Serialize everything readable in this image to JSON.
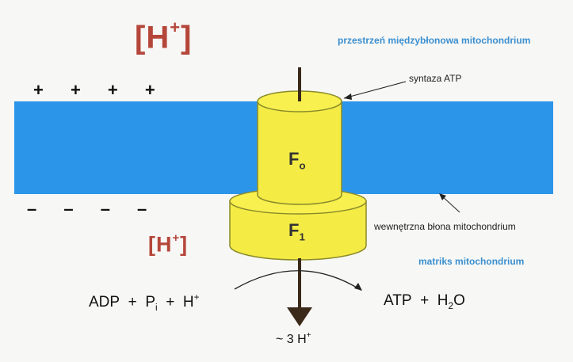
{
  "proton_high": {
    "text": "[H",
    "sup": "+",
    "close": "]"
  },
  "proton_low": {
    "text": "[H",
    "sup": "+",
    "close": "]"
  },
  "labels": {
    "intermembrane": "przestrzeń międzybłonowa mitochondrium",
    "synthase": "syntaza ATP",
    "inner_membrane": "wewnętrzna błona mitochondrium",
    "matrix": "matriks mitochondrium"
  },
  "charges": {
    "positive": "+ + + +",
    "negative": "– – – –"
  },
  "subunits": {
    "fo": {
      "letter": "F",
      "sub": "o"
    },
    "f1": {
      "letter": "F",
      "sub": "1"
    }
  },
  "reaction": {
    "left": {
      "adp": "ADP",
      "plus1": "+",
      "p": "P",
      "p_sub": "i",
      "plus2": "+",
      "h": "H",
      "h_sup": "+"
    },
    "right": {
      "atp": "ATP",
      "plus": "+",
      "h2o_a": "H",
      "h2o_sub": "2",
      "h2o_b": "O"
    }
  },
  "proton_flux": {
    "prefix": "~ 3 H",
    "sup": "+"
  },
  "colors": {
    "membrane": "#2b95ea",
    "synthase_fill": "#f4ec45",
    "synthase_stroke": "#8a8a2a",
    "proton_text": "#b5463a",
    "blue_label": "#3a8fd0"
  }
}
